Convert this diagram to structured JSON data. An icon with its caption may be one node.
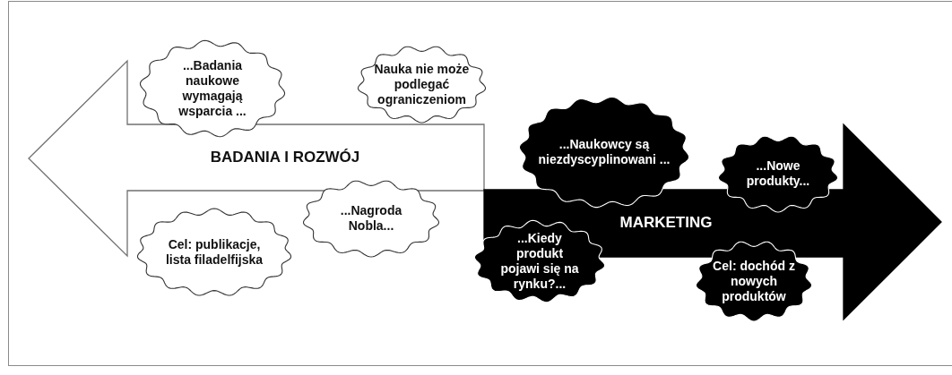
{
  "diagram": {
    "nodes": [
      {
        "text": [
          "BADANIA I ROZWÓJ"
        ]
      },
      {
        "text": [
          "MARKETING"
        ]
      },
      {
        "text": [
          "...Badania naukowe wymagają wsparcia ..."
        ]
      },
      {
        "text": [
          "Nauka nie może podlegać ograniczeniom"
        ]
      },
      {
        "text": [
          "...Naukowcy są niezdyscyplinowani ..."
        ]
      },
      {
        "text": [
          "...Nowe produkty..."
        ]
      },
      {
        "text": [
          "...Nagroda Nobla..."
        ]
      },
      {
        "text": [
          "Cel: publikacje, lista filadelfijska"
        ]
      },
      {
        "text": [
          "...Kiedy produkt pojawi się na rynku?..."
        ]
      },
      {
        "text": [
          "Cel: dochód z nowych produktów"
        ]
      }
    ]
  }
}
